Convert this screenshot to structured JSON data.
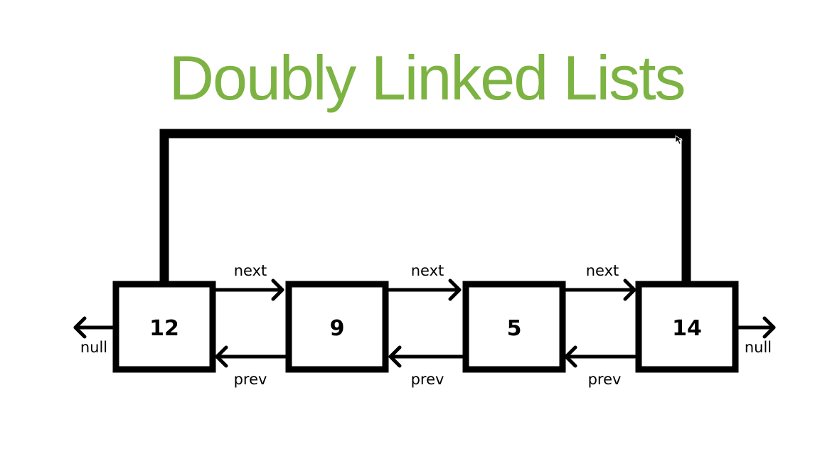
{
  "title": "Doubly Linked Lists",
  "colors": {
    "title": "#7cb342",
    "ink": "#000000",
    "background": "#ffffff"
  },
  "nodes": [
    {
      "value": "12"
    },
    {
      "value": "9"
    },
    {
      "value": "5"
    },
    {
      "value": "14"
    }
  ],
  "links": [
    {
      "next_label": "next",
      "prev_label": "prev"
    },
    {
      "next_label": "next",
      "prev_label": "prev"
    },
    {
      "next_label": "next",
      "prev_label": "prev"
    }
  ],
  "ends": {
    "left_null": "null",
    "right_null": "null"
  }
}
